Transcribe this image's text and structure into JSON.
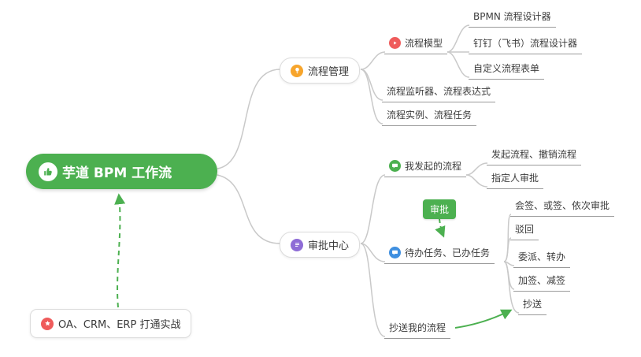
{
  "root": {
    "label": "芋道 BPM 工作流",
    "icon": "thumbs-up-icon"
  },
  "nodes": {
    "process_management": {
      "label": "流程管理",
      "icon": "lightbulb-icon"
    },
    "process_model": {
      "label": "流程模型",
      "icon": "play-icon"
    },
    "bpmn_designer": {
      "label": "BPMN 流程设计器"
    },
    "dingtalk_designer": {
      "label": "钉钉（飞书）流程设计器"
    },
    "custom_form": {
      "label": "自定义流程表单"
    },
    "listener_expression": {
      "label": "流程监听器、流程表达式"
    },
    "instance_task": {
      "label": "流程实例、流程任务"
    },
    "approval_center": {
      "label": "审批中心",
      "icon": "list-icon"
    },
    "my_initiated": {
      "label": "我发起的流程",
      "icon": "chat-icon"
    },
    "initiate_cancel": {
      "label": "发起流程、撤销流程"
    },
    "assignee_approval": {
      "label": "指定人审批"
    },
    "approval_badge": {
      "label": "审批"
    },
    "todo_done": {
      "label": "待办任务、已办任务",
      "icon": "chat-icon"
    },
    "countersign": {
      "label": "会签、或签、依次审批"
    },
    "reject": {
      "label": "驳回"
    },
    "delegate_transfer": {
      "label": "委派、转办"
    },
    "add_reduce_sign": {
      "label": "加签、减签"
    },
    "cc": {
      "label": "抄送"
    },
    "cc_my_process": {
      "label": "抄送我的流程"
    },
    "oa_crm_erp": {
      "label": "OA、CRM、ERP 打通实战",
      "icon": "star-icon"
    }
  },
  "colors": {
    "accent_green": "#4cb050",
    "icon_orange": "#f7a52c",
    "icon_red": "#ef5b5b",
    "icon_purple": "#8e6cd6",
    "icon_blue": "#3f8fe0",
    "connector_gray": "#c9c9c9",
    "underline_gray": "#9a9a9a"
  }
}
